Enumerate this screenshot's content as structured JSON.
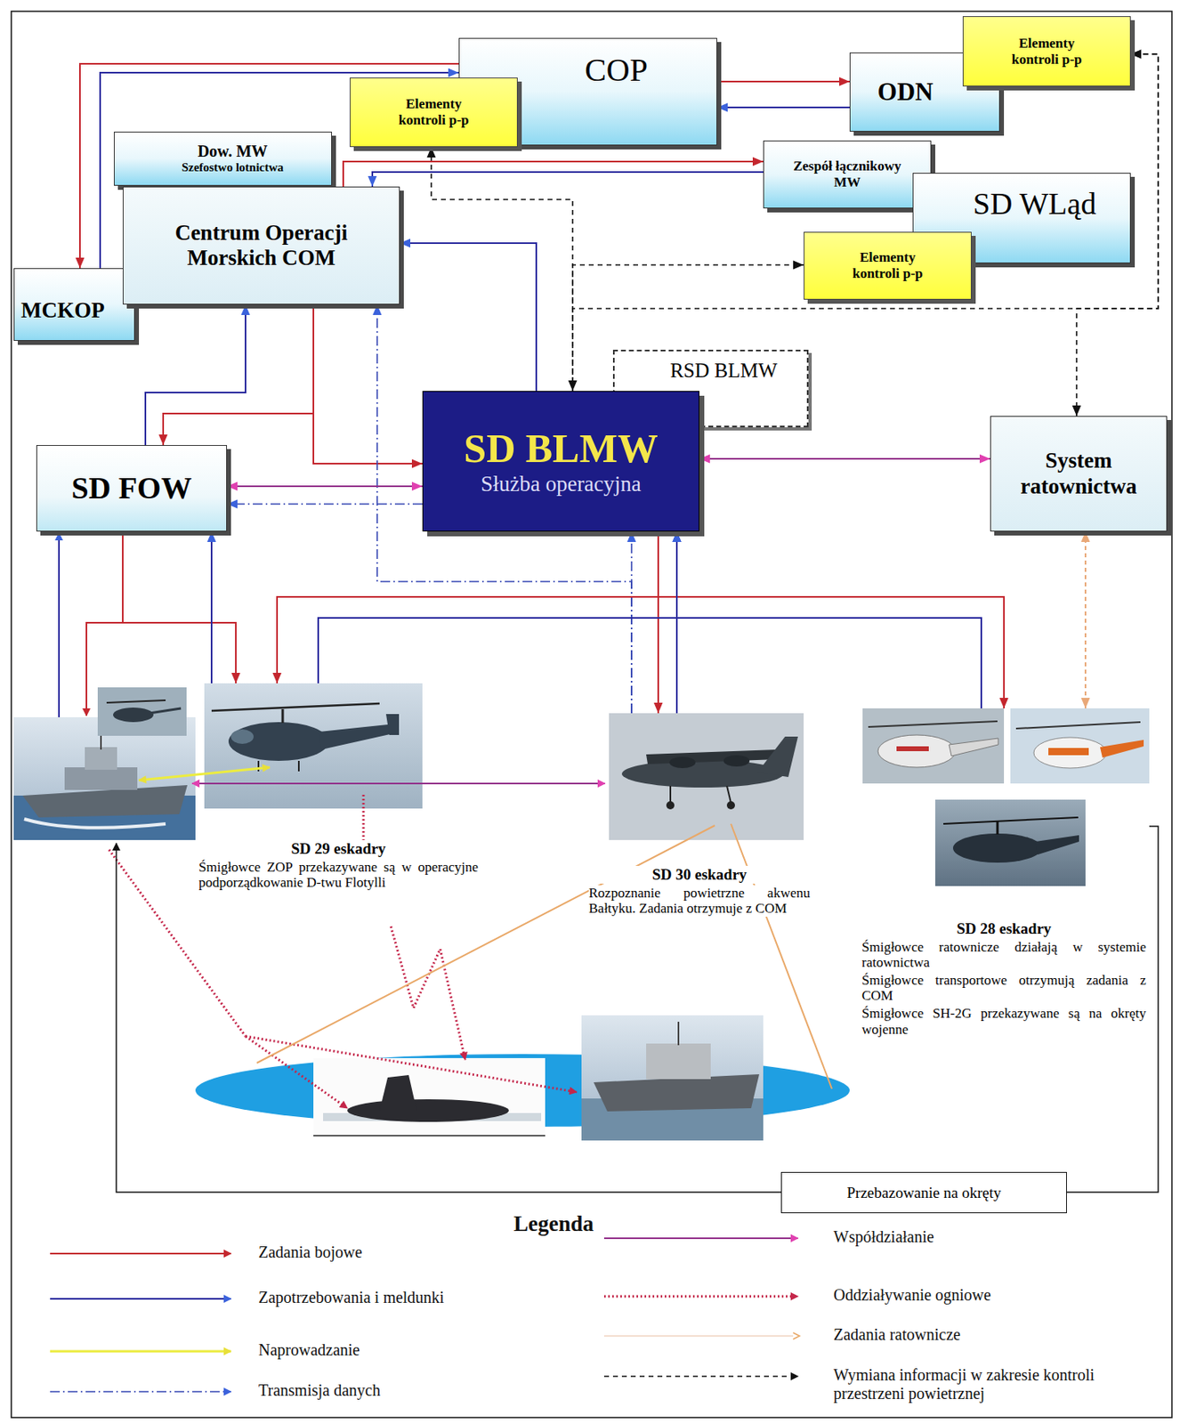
{
  "diagram": {
    "nodes": [
      {
        "text": [
          "COP"
        ]
      },
      {
        "text": [
          "Elementy kontroli p-p"
        ]
      },
      {
        "text": [
          "ODN"
        ]
      },
      {
        "text": [
          "Elementy kontroli p-p"
        ]
      },
      {
        "text": [
          "Dow. MW",
          "Szefostwo lotnictwa"
        ]
      },
      {
        "text": [
          "Centrum Operacji Morskich COM"
        ]
      },
      {
        "text": [
          "MCKOP"
        ]
      },
      {
        "text": [
          "Zespół łącznikowy MW"
        ]
      },
      {
        "text": [
          "SD WLąd"
        ]
      },
      {
        "text": [
          "Elementy kontroli p-p"
        ]
      },
      {
        "text": [
          "RSD BLMW"
        ]
      },
      {
        "text": [
          "SD BLMW",
          "Służba operacyjna"
        ]
      },
      {
        "text": [
          "SD FOW"
        ]
      },
      {
        "text": [
          "System ratownictwa"
        ]
      },
      {
        "text": [
          "SD 29 eskadry",
          "Śmigłowce ZOP przekazywane są w operacyjne podporządkowanie D-twu Flotylli"
        ]
      },
      {
        "text": [
          "SD 30 eskadry",
          "Rozpoznanie powietrzne akwenu Bałtyku. Zadania otrzymuje z COM"
        ]
      },
      {
        "text": [
          "SD 28 eskadry",
          "Śmigłowce ratownicze działają w systemie ratownictwa",
          "Śmigłowce transportowe otrzymują zadania z COM",
          "Śmigłowce SH-2G przekazywane są na okręty wojenne"
        ]
      },
      {
        "text": [
          "Przebazowanie na okręty"
        ]
      }
    ],
    "edges": [
      {
        "from": 0,
        "to": 6,
        "arrow": "to"
      },
      {
        "from": 6,
        "to": 0,
        "arrow": "to"
      },
      {
        "from": 0,
        "to": 2,
        "arrow": "to"
      },
      {
        "from": 2,
        "to": 0,
        "arrow": "to"
      },
      {
        "from": 5,
        "to": 7,
        "arrow": "to"
      },
      {
        "from": 7,
        "to": 5,
        "arrow": "to"
      },
      {
        "from": 11,
        "to": 5,
        "arrow": "to"
      },
      {
        "from": 5,
        "to": 11,
        "arrow": "to"
      },
      {
        "from": 5,
        "to": 12,
        "arrow": "to"
      },
      {
        "from": 12,
        "to": 5,
        "arrow": "to"
      },
      {
        "from": 15,
        "to": 5,
        "arrow": "to"
      },
      {
        "from": 15,
        "to": 11,
        "arrow": "to"
      },
      {
        "from": 11,
        "to": 12,
        "arrow": "to"
      },
      {
        "from": 12,
        "to": 11,
        "arrow": "both"
      },
      {
        "from": 11,
        "to": 13,
        "arrow": "both"
      },
      {
        "from": 1,
        "to": 11,
        "arrow": "both"
      },
      {
        "from": 11,
        "to": 9,
        "arrow": "to"
      },
      {
        "from": 11,
        "to": 3,
        "arrow": "to"
      },
      {
        "from": 13,
        "to": 3,
        "arrow": "both"
      },
      {
        "from": 12,
        "to": 14,
        "arrow": "to"
      },
      {
        "from": 14,
        "to": 12,
        "arrow": "to"
      },
      {
        "from": 11,
        "to": 14,
        "arrow": "to"
      },
      {
        "from": 11,
        "to": 15,
        "arrow": "to"
      },
      {
        "from": 11,
        "to": 16,
        "arrow": "to"
      },
      {
        "from": 14,
        "to": 11,
        "arrow": "to"
      },
      {
        "from": 15,
        "to": 11,
        "arrow": "to"
      },
      {
        "from": 16,
        "to": 11,
        "arrow": "to"
      },
      {
        "from": 13,
        "to": 16,
        "arrow": "both"
      },
      {
        "from": 16,
        "to": 17,
        "arrow": "none"
      }
    ],
    "labels": [
      "Legenda"
    ],
    "legend": [
      {
        "text": "Zadania bojowe"
      },
      {
        "text": "Zapotrzebowania i meldunki"
      },
      {
        "text": "Naprowadzanie"
      },
      {
        "text": "Transmisja danych"
      },
      {
        "text": "Współdziałanie"
      },
      {
        "text": "Oddziaływanie ogniowe"
      },
      {
        "text": "Zadania ratownicze"
      },
      {
        "text": "Wymiana informacji w zakresie kontroli przestrzeni powietrznej"
      }
    ]
  }
}
